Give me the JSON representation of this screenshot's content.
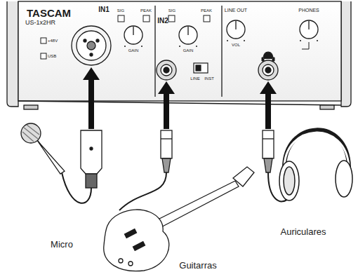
{
  "diagram": {
    "labels": [
      "TASCAM",
      "US-1x2HR",
      "IN1",
      "+48V",
      "USB",
      "SIG",
      "PEAK",
      "GAIN",
      "IN2",
      "SIG",
      "PEAK",
      "GAIN",
      "LINE",
      "INST",
      "LINE OUT",
      "VOL",
      "PHONES",
      "Micro",
      "Guitarras",
      "Auriculares"
    ]
  }
}
